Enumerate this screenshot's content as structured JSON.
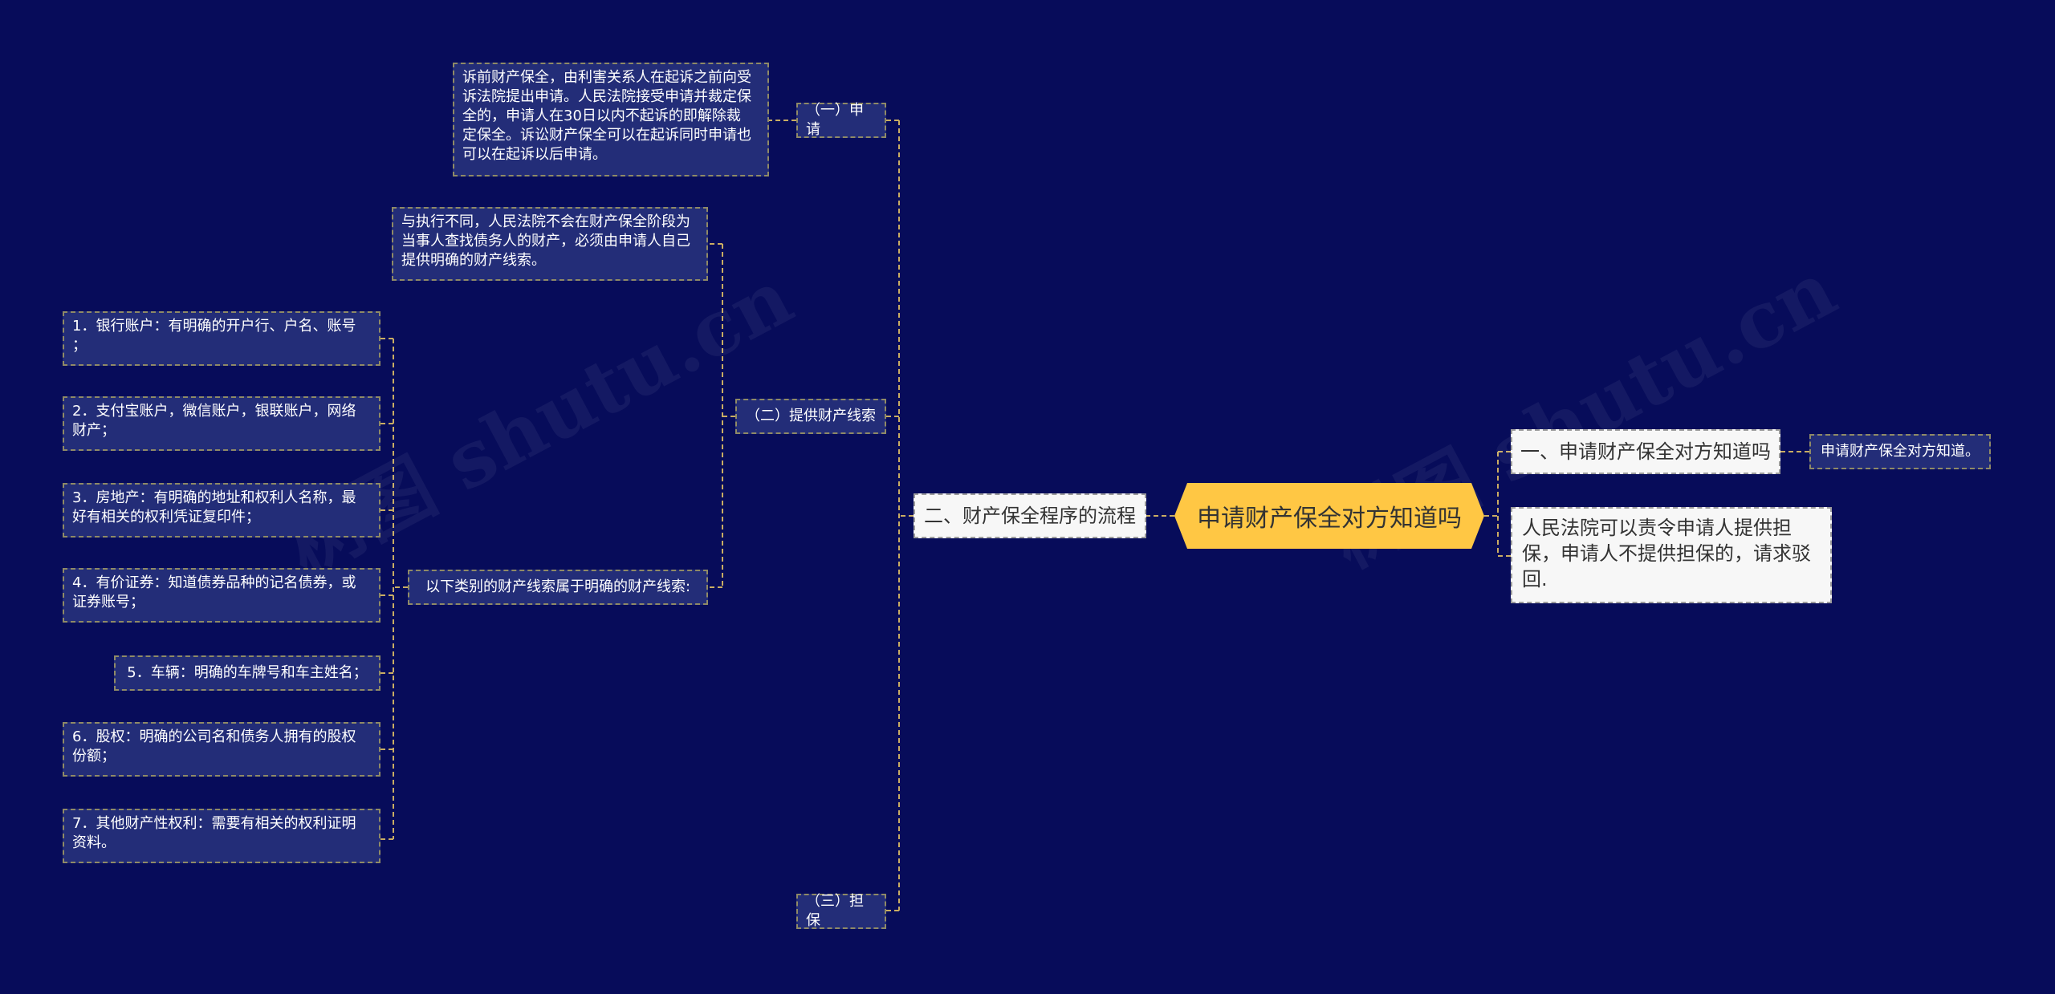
{
  "watermark": "树图 shutu.cn",
  "root": {
    "label": "申请财产保全对方知道吗"
  },
  "right": {
    "branch1": {
      "label": "一、申请财产保全对方知道吗",
      "child": "申请财产保全对方知道。"
    },
    "branch2": {
      "label": "人民法院可以责令申请人提供担保，申请人不提供担保的，请求驳回."
    }
  },
  "left": {
    "main": {
      "label": "二、财产保全程序的流程"
    },
    "sub1": {
      "label": "（一）申请",
      "detail": "诉前财产保全，由利害关系人在起诉之前向受\n诉法院提出申请。人民法院接受申请并裁定保\n全的，申请人在30日以内不起诉的即解除裁\n定保全。诉讼财产保全可以在起诉同时申请也\n可以在起诉以后申请。"
    },
    "sub2": {
      "label": "（二）提供财产线索",
      "detail": "与执行不同，人民法院不会在财产保全阶段为\n当事人查找债务人的财产，必须由申请人自己\n提供明确的财产线索。",
      "list_header": "以下类别的财产线索属于明确的财产线索:",
      "items": [
        "1．银行账户：有明确的开户行、户名、账号\n；",
        "2．支付宝账户，微信账户，银联账户，网络\n财产；",
        "3．房地产：有明确的地址和权利人名称，最\n好有相关的权利凭证复印件；",
        "4．有价证券：知道债券品种的记名债券，或\n证券账号；",
        "5．车辆：明确的车牌号和车主姓名；",
        "6．股权：明确的公司名和债务人拥有的股权\n份额；",
        "7．其他财产性权利：需要有相关的权利证明\n资料。"
      ]
    },
    "sub3": {
      "label": "（三）担保"
    }
  },
  "colors": {
    "background": "#070c5a",
    "root": "#ffc744",
    "node_dark": "#232d78",
    "connector": "#c9ad63"
  }
}
